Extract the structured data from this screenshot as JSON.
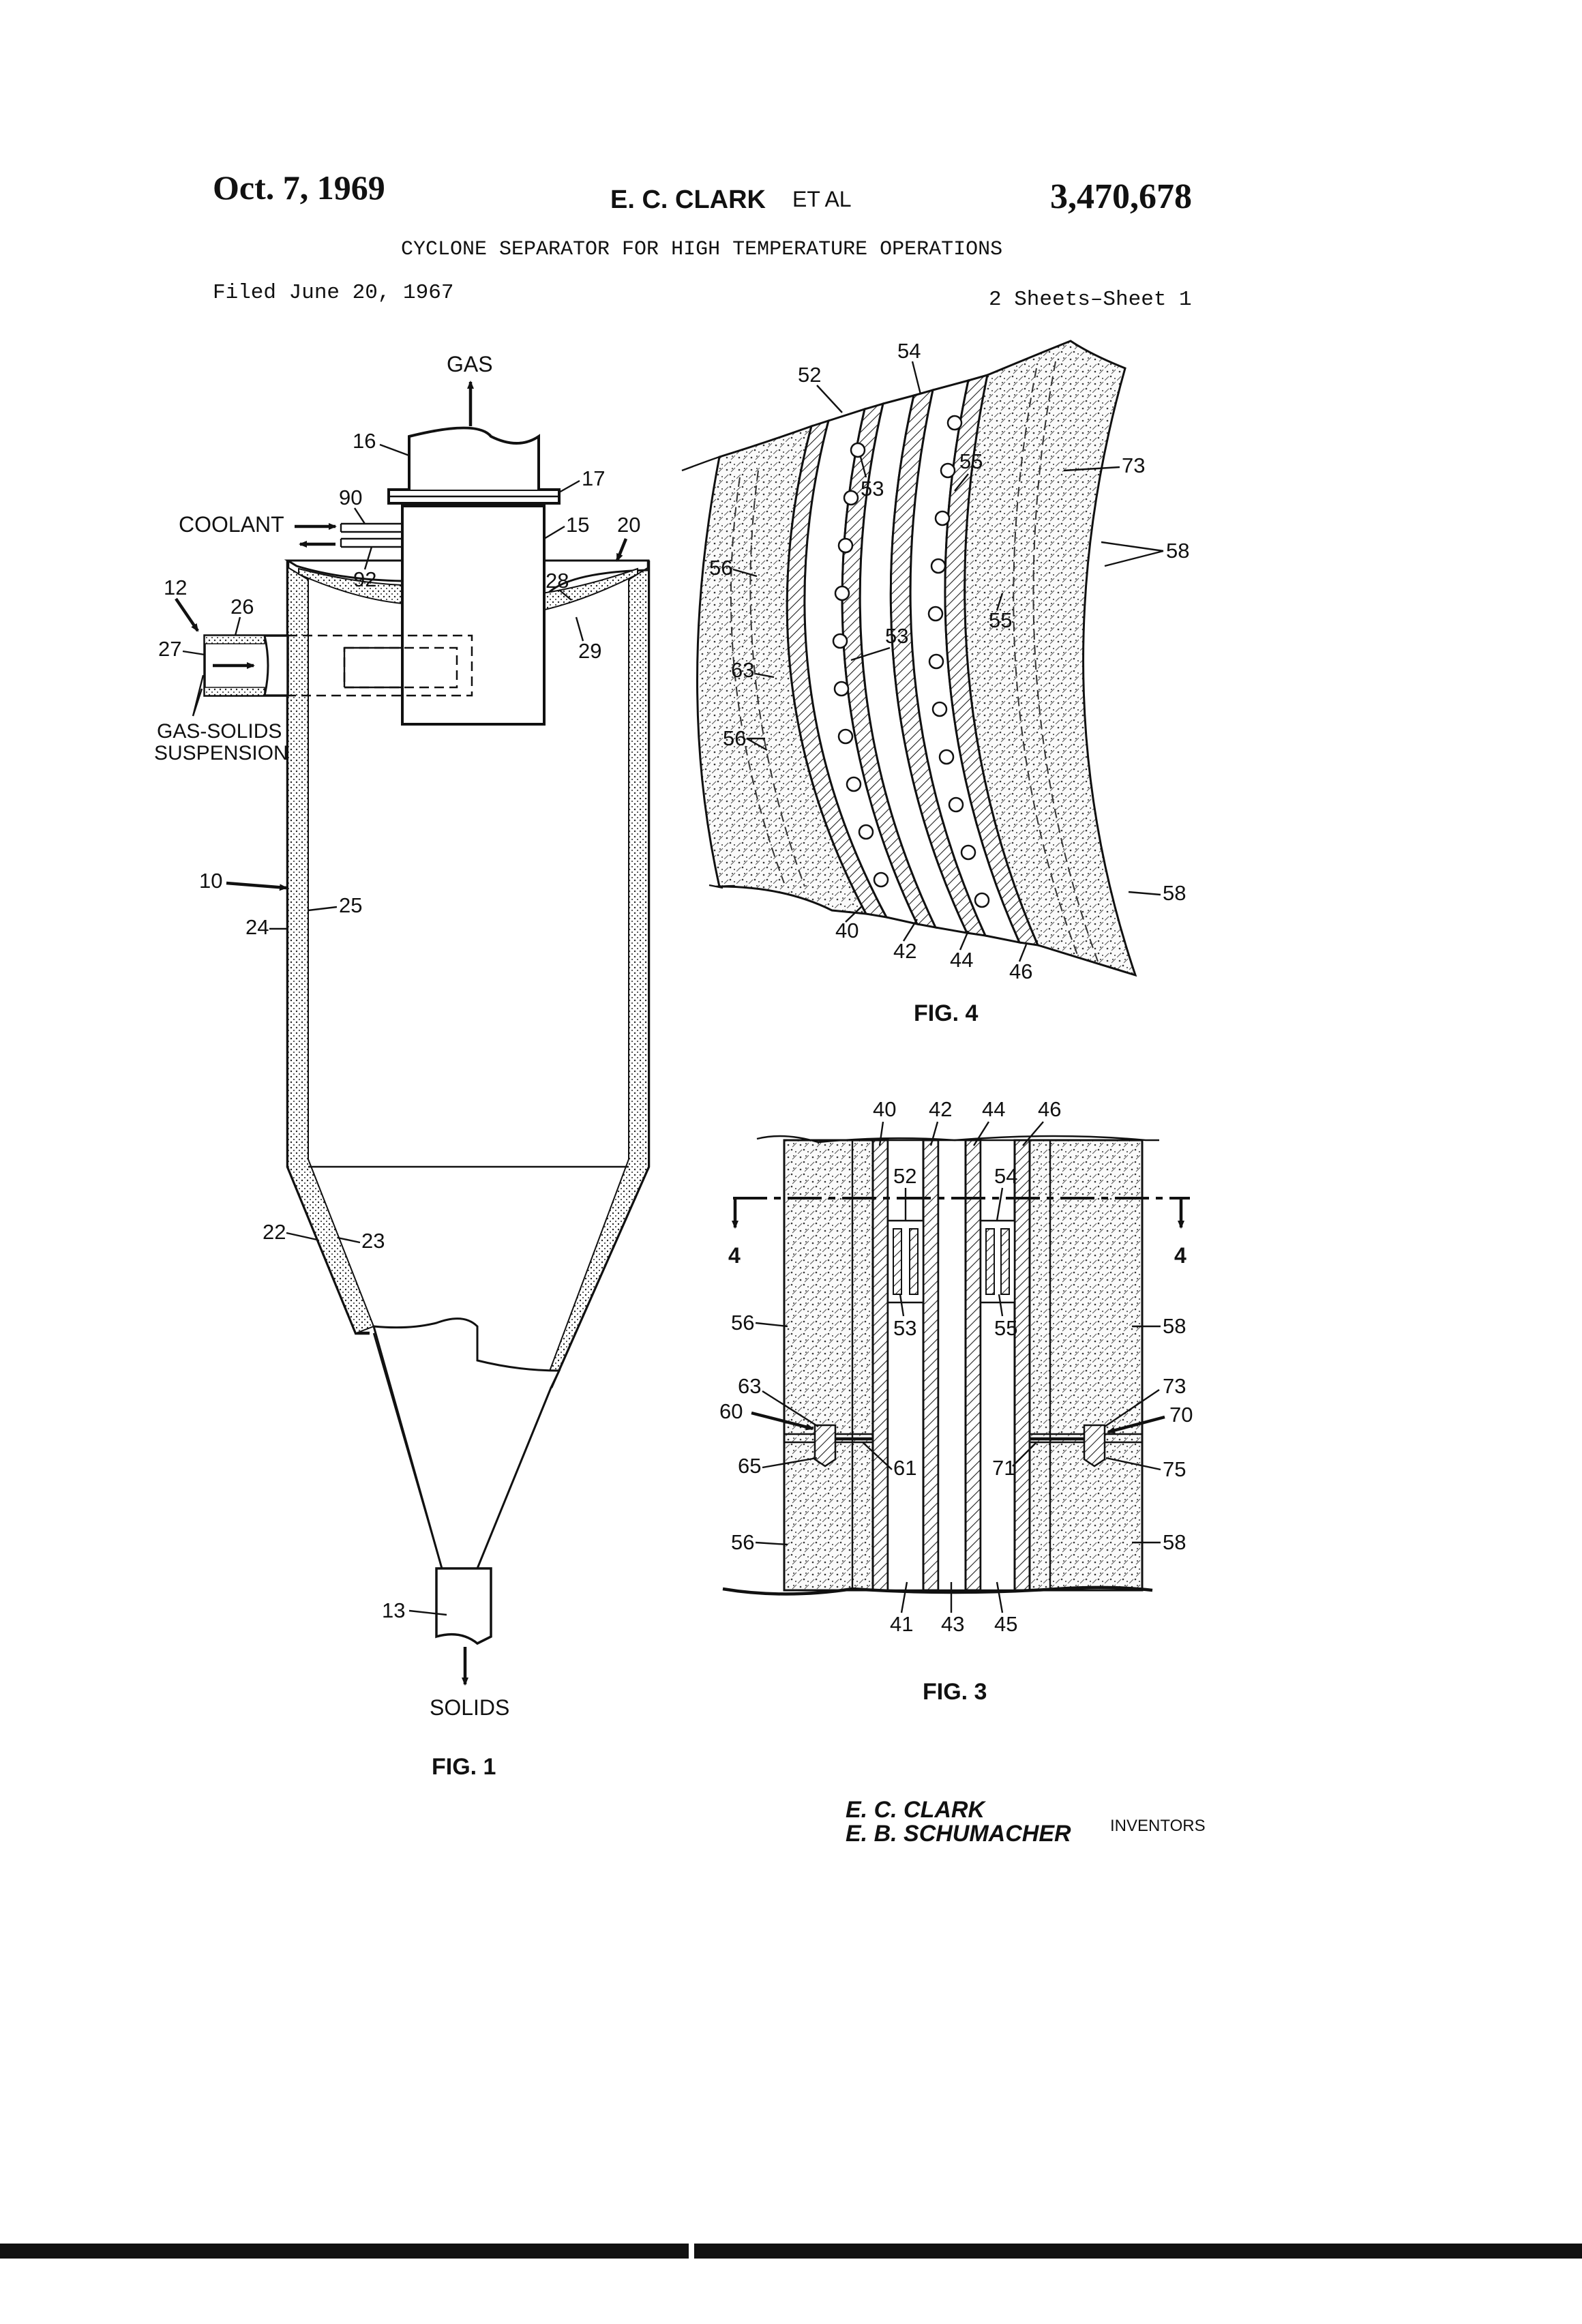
{
  "header": {
    "date": "Oct. 7, 1969",
    "inventor": "E. C. CLARK",
    "etal": "ET AL",
    "patent_number": "3,470,678",
    "title": "CYCLONE SEPARATOR FOR HIGH TEMPERATURE OPERATIONS",
    "filed": "Filed June 20, 1967",
    "sheets": "2 Sheets–Sheet 1"
  },
  "fig1": {
    "caption": "FIG. 1",
    "gas": "GAS",
    "coolant": "COOLANT",
    "gas_solids_line1": "GAS-SOLIDS",
    "gas_solids_line2": "SUSPENSION",
    "solids": "SOLIDS",
    "refs": {
      "r16": "16",
      "r17": "17",
      "r90": "90",
      "r15": "15",
      "r20": "20",
      "r92": "92",
      "r28": "28",
      "r12": "12",
      "r26": "26",
      "r29": "29",
      "r27": "27",
      "r10": "10",
      "r25": "25",
      "r24": "24",
      "r22": "22",
      "r23": "23",
      "r13": "13"
    }
  },
  "fig4": {
    "caption": "FIG. 4",
    "refs": {
      "r54": "54",
      "r52": "52",
      "r73": "73",
      "r53a": "53",
      "r55a": "55",
      "r56a": "56",
      "r58a": "58",
      "r53b": "53",
      "r55b": "55",
      "r63": "63",
      "r56b": "56",
      "r58b": "58",
      "r40": "40",
      "r42": "42",
      "r44": "44",
      "r46": "46"
    }
  },
  "fig3": {
    "caption": "FIG. 3",
    "section_left": "4",
    "section_right": "4",
    "refs": {
      "r40": "40",
      "r42": "42",
      "r44": "44",
      "r46": "46",
      "r52": "52",
      "r54": "54",
      "r53": "53",
      "r55": "55",
      "r56a": "56",
      "r58a": "58",
      "r63": "63",
      "r60": "60",
      "r73": "73",
      "r70": "70",
      "r65": "65",
      "r61": "61",
      "r71": "71",
      "r75": "75",
      "r56b": "56",
      "r58b": "58",
      "r41": "41",
      "r43": "43",
      "r45": "45"
    }
  },
  "signature": {
    "name1": "E. C. CLARK",
    "name2": "E. B. SCHUMACHER",
    "inventors": "INVENTORS"
  }
}
